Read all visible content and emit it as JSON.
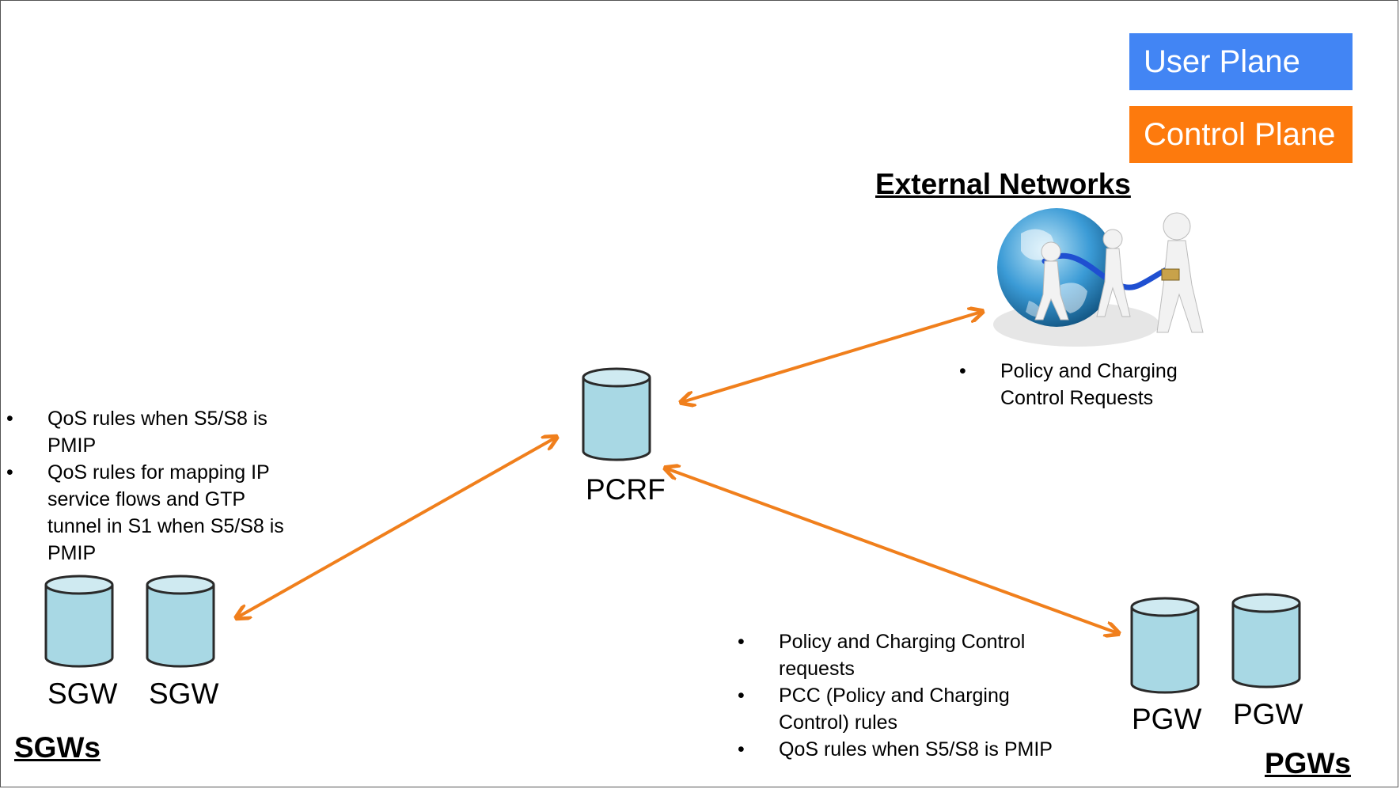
{
  "legend": {
    "user_plane": {
      "label": "User Plane",
      "color": "#4285f4"
    },
    "control_plane": {
      "label": "Control Plane",
      "color": "#fd7a0d"
    }
  },
  "headings": {
    "external_networks": "External Networks",
    "sgws": "SGWs",
    "pgws": "PGWs"
  },
  "nodes": {
    "pcrf": "PCRF",
    "sgw_1": "SGW",
    "sgw_2": "SGW",
    "pgw_1": "PGW",
    "pgw_2": "PGW"
  },
  "notes": {
    "external": [
      "Policy and Charging Control Requests"
    ],
    "sgw": [
      "QoS rules when S5/S8 is PMIP",
      "QoS rules for mapping IP service flows and GTP tunnel in S1 when S5/S8 is PMIP"
    ],
    "pgw": [
      "Policy and Charging Control requests",
      "PCC (Policy and Charging Control) rules",
      "QoS rules when S5/S8 is PMIP"
    ]
  },
  "colors": {
    "cylinder_fill": "#a8d8e4",
    "cylinder_top": "#cfeaf1",
    "cylinder_stroke": "#2a2a2a",
    "arrow": "#f07f1c",
    "globe": "#2e86c1"
  },
  "icons": {
    "external_networks_image": "globe-with-figures-icon",
    "database": "database-cylinder-icon"
  }
}
